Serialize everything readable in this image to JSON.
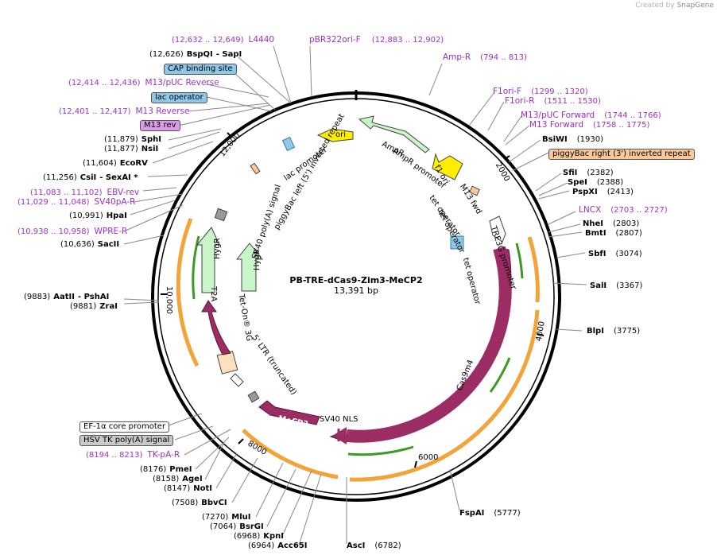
{
  "credit": {
    "prefix": "Created by",
    "brand": "SnapGene"
  },
  "plasmid": {
    "name": "PB-TRE-dCas9-Zim3-MeCP2",
    "length_label": "13,391 bp",
    "length": 13391
  },
  "ticks": [
    {
      "pos": 2000,
      "label": "2000"
    },
    {
      "pos": 4000,
      "label": "4000"
    },
    {
      "pos": 6000,
      "label": "6000"
    },
    {
      "pos": 8000,
      "label": "8000"
    },
    {
      "pos": 10000,
      "label": "10,000"
    },
    {
      "pos": 12000,
      "label": "12,000"
    }
  ],
  "sites": [
    {
      "coord": "(12,626)",
      "name": "BspQI",
      "extra": "- SapI"
    },
    {
      "coord": "(11,879)",
      "name": "SphI",
      "extra": ""
    },
    {
      "coord": "(11,877)",
      "name": "NsiI",
      "extra": ""
    },
    {
      "coord": "(11,604)",
      "name": "EcoRV",
      "extra": ""
    },
    {
      "coord": "(11,256)",
      "name": "CsiI",
      "extra": "- SexAI *"
    },
    {
      "coord": "(10,991)",
      "name": "HpaI",
      "extra": ""
    },
    {
      "coord": "(10,636)",
      "name": "SacII",
      "extra": ""
    },
    {
      "coord": "(9883)",
      "name": "AatII",
      "extra": "- PshAI"
    },
    {
      "coord": "(9881)",
      "name": "ZraI",
      "extra": ""
    },
    {
      "coord": "(8176)",
      "name": "PmeI",
      "extra": ""
    },
    {
      "coord": "(8158)",
      "name": "AgeI",
      "extra": ""
    },
    {
      "coord": "(8147)",
      "name": "NotI",
      "extra": ""
    },
    {
      "coord": "(7508)",
      "name": "BbvCI",
      "extra": ""
    },
    {
      "coord": "(7270)",
      "name": "MluI",
      "extra": ""
    },
    {
      "coord": "(7064)",
      "name": "BsrGI",
      "extra": ""
    },
    {
      "coord": "(6968)",
      "name": "KpnI",
      "extra": ""
    },
    {
      "coord": "(6964)",
      "name": "Acc65I",
      "extra": ""
    },
    {
      "coord": "(6782)",
      "name": "AscI",
      "extra": ""
    },
    {
      "coord": "(5777)",
      "name": "FspAI",
      "extra": ""
    },
    {
      "coord": "(3775)",
      "name": "BlpI",
      "extra": ""
    },
    {
      "coord": "(3367)",
      "name": "SalI",
      "extra": ""
    },
    {
      "coord": "(3074)",
      "name": "SbfI",
      "extra": ""
    },
    {
      "coord": "(2807)",
      "name": "BmtI",
      "extra": ""
    },
    {
      "coord": "(2803)",
      "name": "NheI",
      "extra": ""
    },
    {
      "coord": "(2413)",
      "name": "PspXI",
      "extra": ""
    },
    {
      "coord": "(2388)",
      "name": "SpeI",
      "extra": ""
    },
    {
      "coord": "(2382)",
      "name": "SfiI",
      "extra": ""
    },
    {
      "coord": "(1930)",
      "name": "BsiWI",
      "extra": ""
    }
  ],
  "primers": [
    {
      "coord": "(12,632 .. 12,649)",
      "name": "L4440"
    },
    {
      "coord": "(12,883 .. 12,902)",
      "name": "pBR322ori-F"
    },
    {
      "coord": "(794 .. 813)",
      "name": "Amp-R"
    },
    {
      "coord": "(12,414 .. 12,436)",
      "name": "M13/pUC Reverse"
    },
    {
      "coord": "(12,401 .. 12,417)",
      "name": "M13 Reverse"
    },
    {
      "coord": "(1299 .. 1320)",
      "name": "F1ori-F"
    },
    {
      "coord": "(1511 .. 1530)",
      "name": "F1ori-R"
    },
    {
      "coord": "(1744 .. 1766)",
      "name": "M13/pUC Forward"
    },
    {
      "coord": "(1758 .. 1775)",
      "name": "M13 Forward"
    },
    {
      "coord": "(11,083 .. 11,102)",
      "name": "EBV-rev"
    },
    {
      "coord": "(11,029 .. 11,048)",
      "name": "SV40pA-R"
    },
    {
      "coord": "(10,938 .. 10,958)",
      "name": "WPRE-R"
    },
    {
      "coord": "(2703 .. 2727)",
      "name": "LNCX"
    },
    {
      "coord": "(8194 .. 8213)",
      "name": "TK-pA-R"
    }
  ],
  "boxed_features": [
    {
      "label": "CAP binding site",
      "color": "#8fc7e8"
    },
    {
      "label": "lac operator",
      "color": "#8fc7e8"
    },
    {
      "label": "M13 rev",
      "color": "#d99be8"
    },
    {
      "label": "piggyBac right (3') inverted repeat",
      "color": "#fbc89a"
    },
    {
      "label": "EF-1α core promoter",
      "color": "#ffffff"
    },
    {
      "label": "HSV TK poly(A) signal",
      "color": "#c8c8c8"
    }
  ],
  "inner_features": [
    "ori",
    "AmpR",
    "AmpR promoter",
    "f1 ori",
    "M13 fwd",
    "lac promoter",
    "piggyBac left (5') inverted repeat",
    "SV40 poly(A) signal",
    "HygR",
    "HygR",
    "T2A",
    "Tet-On® 3G",
    "5' LTR (truncated)",
    "MeCP2",
    "SV40 NLS",
    "Cas9m4",
    "TRE3G promoter",
    "tet operator",
    "tet operator",
    "tet operator"
  ],
  "colors": {
    "cas9": "#9b2c64",
    "hygr": "#c9f5c9",
    "ori": "#ffee00",
    "orange": "#f2a33a",
    "green": "#3a9a22",
    "primer": "#9b30c8",
    "backbone": "#000000"
  }
}
